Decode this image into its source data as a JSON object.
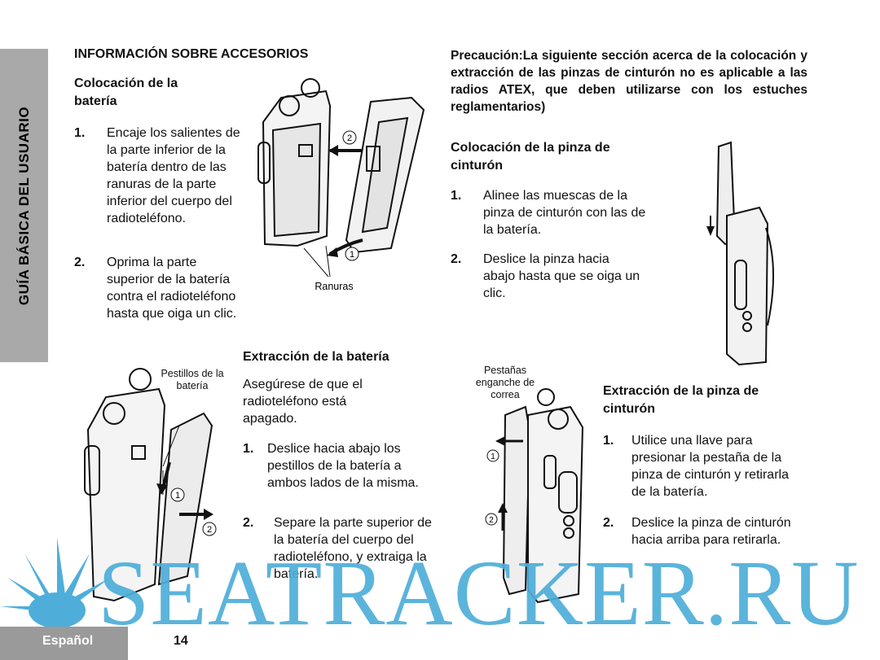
{
  "side_tab": "GUÍA BÁSICA DEL USUARIO",
  "footer": {
    "language": "Español",
    "page": "14"
  },
  "left": {
    "section_title": "INFORMACIÓN SOBRE ACCESORIOS",
    "attach_battery": {
      "heading": "Colocación de la batería",
      "steps": [
        {
          "num": "1.",
          "text": "Encaje los salientes de la parte inferior de la batería dentro de las ranuras de la parte inferior del cuerpo del radioteléfono."
        },
        {
          "num": "2.",
          "text": "Oprima la parte superior de la batería contra el radioteléfono hasta que oiga un clic."
        }
      ],
      "figure": {
        "label_slots": "Ranuras",
        "callout_1": "1",
        "callout_2": "2"
      }
    },
    "remove_battery": {
      "heading": "Extracción de la batería",
      "intro": "Asegúrese de que el radioteléfono está apagado.",
      "steps": [
        {
          "num": "1.",
          "text": "Deslice hacia abajo los pestillos de la batería a ambos lados de la misma."
        },
        {
          "num": "2.",
          "text": "Separe la parte superior de la batería del cuerpo del radioteléfono, y extraiga la batería."
        }
      ],
      "figure": {
        "label_latches": "Pestillos de la batería",
        "callout_1": "1",
        "callout_2": "2"
      }
    }
  },
  "right": {
    "caution": "Precaución:La siguiente sección acerca de la colocación y extracción de las pinzas de cinturón no es aplicable a las radios ATEX, que deben utilizarse con los estuches reglamentarios)",
    "attach_clip": {
      "heading": "Colocación de la pinza de cinturón",
      "steps": [
        {
          "num": "1.",
          "text": "Alinee las muescas de la pinza de cinturón con las de la batería."
        },
        {
          "num": "2.",
          "text": "Deslice la pinza hacia abajo hasta que se oiga un clic."
        }
      ]
    },
    "remove_clip": {
      "heading": "Extracción de la pinza de cinturón",
      "steps": [
        {
          "num": "1.",
          "text": "Utilice una llave para presionar la pestaña de la pinza de cinturón y retirarla de la batería."
        },
        {
          "num": "2.",
          "text": "Deslice la pinza de cinturón hacia arriba para retirarla."
        }
      ],
      "figure": {
        "label_tabs": "Pestañas enganche de correa",
        "callout_1": "1",
        "callout_2": "2"
      }
    }
  },
  "watermark": {
    "text": "SEATRACKER.RU",
    "color": "#4eaed9"
  }
}
